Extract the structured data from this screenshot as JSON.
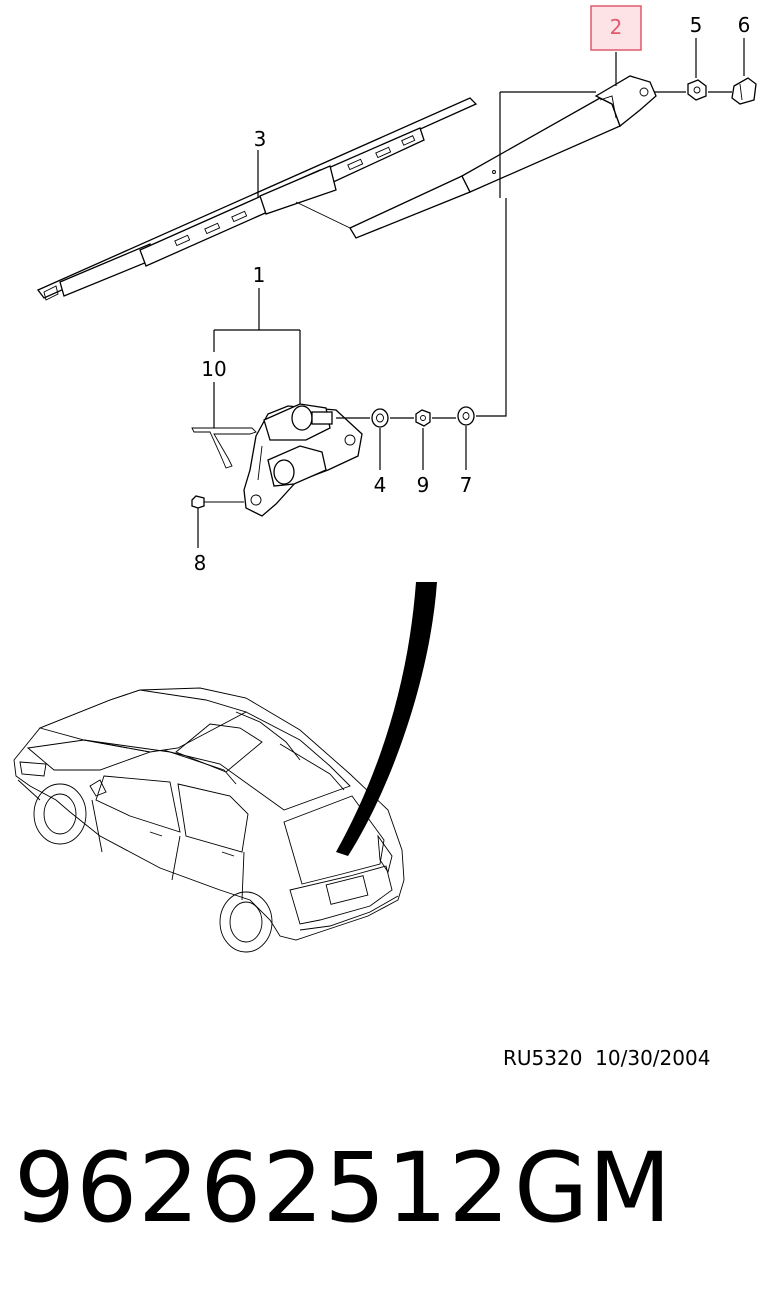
{
  "callouts": {
    "c1": "1",
    "c2": "2",
    "c3": "3",
    "c4": "4",
    "c5": "5",
    "c6": "6",
    "c7": "7",
    "c8": "8",
    "c9": "9",
    "c10": "10"
  },
  "highlight_color": "#e05a6e",
  "highlight_fill": "#fde3e6",
  "reference": {
    "code": "RU5320",
    "date": "10/30/2004"
  },
  "part": {
    "number": "96262512",
    "brand": "GM"
  }
}
